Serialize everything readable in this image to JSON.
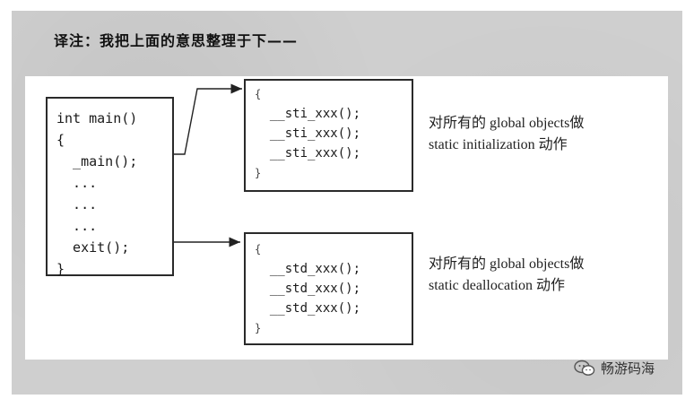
{
  "note": "译注：我把上面的意思整理于下——",
  "main_box": {
    "lines": [
      "int main()",
      "{",
      "  _main();",
      "  ...",
      "  ...",
      "  ...",
      "  exit();",
      "}"
    ]
  },
  "sti_box": {
    "lines": [
      "{",
      "  __sti_xxx();",
      "  __sti_xxx();",
      "  __sti_xxx();",
      "}"
    ]
  },
  "std_box": {
    "lines": [
      "{",
      "  __std_xxx();",
      "  __std_xxx();",
      "  __std_xxx();",
      "}"
    ]
  },
  "descriptions": {
    "sti_line1": "对所有的 global objects做",
    "sti_line2": "static initialization 动作",
    "std_line1": "对所有的 global objects做",
    "std_line2": "static deallocation 动作"
  },
  "watermark": {
    "text": "畅游码海",
    "icon": "wechat-icon"
  }
}
